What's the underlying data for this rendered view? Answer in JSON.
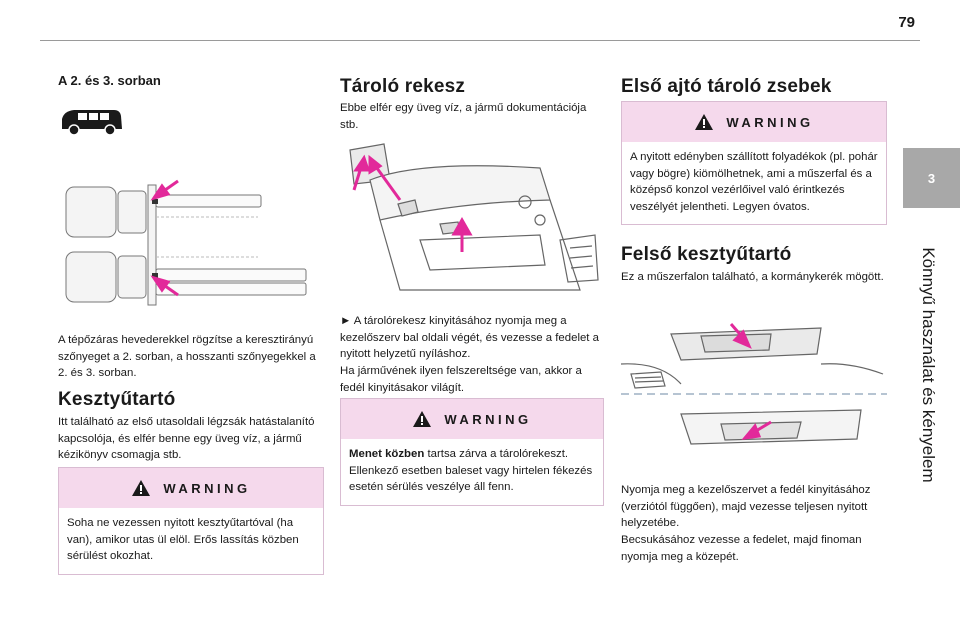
{
  "page": {
    "number": "79"
  },
  "sidebar": {
    "chapter_number": "3",
    "chapter_title": "Könnyű használat és kényelem"
  },
  "col1": {
    "section_heading": "A 2. és 3. sorban",
    "paragraph": "A tépőzáras hevederekkel rögzítse a keresztirányú szőnyeget a 2. sorban, a hosszanti szőnyegekkel a 2. és 3. sorban.",
    "heading": "Kesztyűtartó",
    "body": "Itt található az első utasoldali légzsák hatástalanító kapcsolója, és elfér benne egy üveg víz, a jármű kézikönyv csomagja stb.",
    "warning": {
      "label": "WARNING",
      "text": "Soha ne vezessen nyitott kesztyűtartóval (ha van), amikor utas ül elöl. Erős lassítás közben sérülést okozhat."
    }
  },
  "col2": {
    "heading": "Tároló rekesz",
    "intro": "Ebbe elfér egy üveg víz, a jármű dokumentációja stb.",
    "instruction": "► A tárolórekesz kinyitásához nyomja meg a kezelőszerv bal oldali végét, és vezesse a fedelet a nyitott helyzetű nyíláshoz.",
    "note": "Ha járművének ilyen felszereltsége van, akkor a fedél kinyitásakor világít.",
    "warning": {
      "label": "WARNING",
      "bold": "Menet közben",
      "text": " tartsa zárva a tárolórekeszt. Ellenkező esetben baleset vagy hirtelen fékezés esetén sérülés veszélye áll fenn."
    }
  },
  "col3": {
    "heading": "Első ajtó tároló zsebek",
    "warning": {
      "label": "WARNING",
      "text": "A nyitott edényben szállított folyadékok (pl. pohár vagy bögre) kiömölhetnek, ami a műszerfal és a középső konzol vezérlőivel való érintkezés veszélyét jelentheti. Legyen óvatos."
    },
    "heading2": "Felső kesztyűtartó",
    "intro": "Ez a műszerfalon található, a kormánykerék mögött.",
    "step1": "Nyomja meg a kezelőszervet a fedél kinyitásához (verziótól függően), majd vezesse teljesen nyitott helyzetébe.",
    "step2": "Becsukásához vezesse a fedelet, majd finoman nyomja meg a közepét."
  },
  "colors": {
    "accent": "#e2299a",
    "warning_bg": "#f5d9ec",
    "tab": "#a8a8a8"
  }
}
